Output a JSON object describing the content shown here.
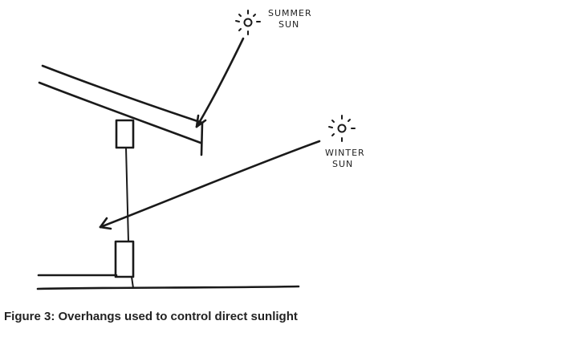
{
  "caption": "Figure 3: Overhangs used to control direct sunlight",
  "labels": {
    "summer_sun_line1": "SUMMER",
    "summer_sun_line2": "SUN",
    "winter_sun_line1": "WINTER",
    "winter_sun_line2": "SUN"
  },
  "colors": {
    "ink": "#1a1a1a",
    "background": "#ffffff"
  }
}
